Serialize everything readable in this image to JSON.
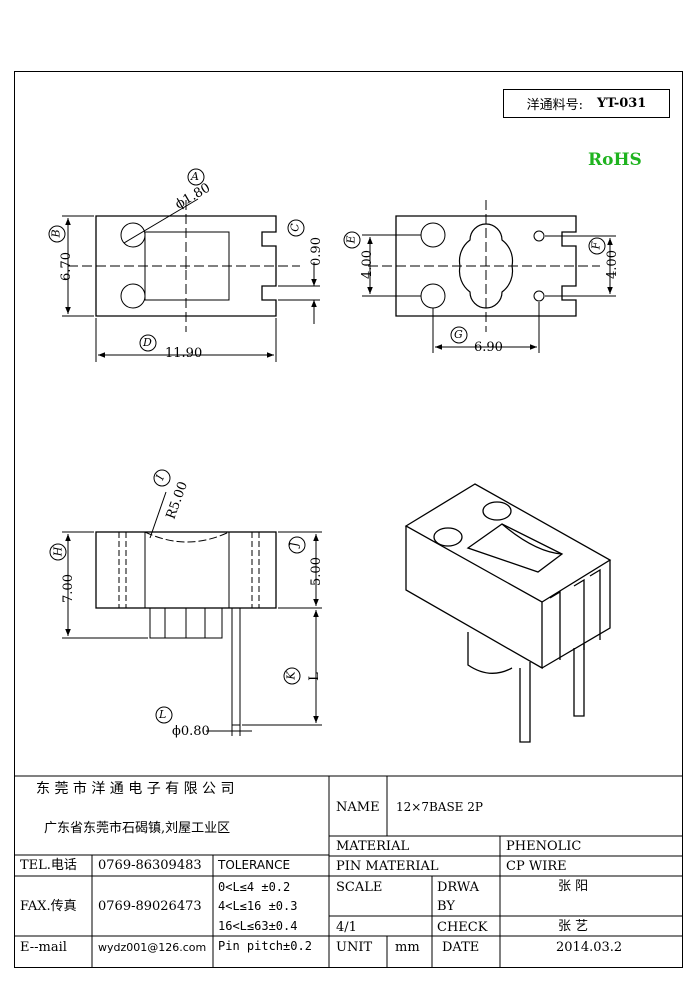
{
  "part": {
    "label": "洋通料号:",
    "number": "YT-031"
  },
  "rohs": "RoHS",
  "dims": {
    "phi180": "ϕ1.80",
    "d670": "6.70",
    "d090": "0.90",
    "d1190": "11.90",
    "d400a": "4.00",
    "d400b": "4.00",
    "d690": "6.90",
    "r500": "R5.00",
    "d700": "7.00",
    "d500": "5.00",
    "L": "L",
    "phi080": "ϕ0.80"
  },
  "markers": {
    "A": "A",
    "B": "B",
    "C": "C",
    "D": "D",
    "E": "E",
    "F": "F",
    "G": "G",
    "H": "H",
    "I": "I",
    "J": "J",
    "K": "K",
    "L": "L"
  },
  "title_block": {
    "company": "东 莞 市 洋 通 电 子 有 限 公 司",
    "address": "广东省东莞市石碣镇,刘屋工业区",
    "tel_label": "TEL.电话",
    "tel": "0769-86309483",
    "fax_label": "FAX.传真",
    "fax": "0769-89026473",
    "email_label": "E--mail",
    "email": "wydz001@126.com",
    "tolerance_label": "TOLERANCE",
    "tol1": "0<L≤4   ±0.2",
    "tol2": "4<L≤16  ±0.3",
    "tol3": "16<L≤63±0.4",
    "tol4": "Pin pitch±0.2",
    "name_label": "NAME",
    "name": "12×7BASE 2P",
    "material_label": "MATERIAL",
    "material": "PHENOLIC",
    "pin_material_label": "PIN MATERIAL",
    "pin_material": "CP WIRE",
    "scale_label": "SCALE",
    "scale": "4/1",
    "drawn_label_1": "DRWA",
    "drawn_label_2": "BY",
    "drawn_by": "张 阳",
    "check_label": "CHECK",
    "checked_by": "张 艺",
    "unit_label": "UNIT",
    "unit": "mm",
    "date_label": "DATE",
    "date": "2014.03.2"
  }
}
